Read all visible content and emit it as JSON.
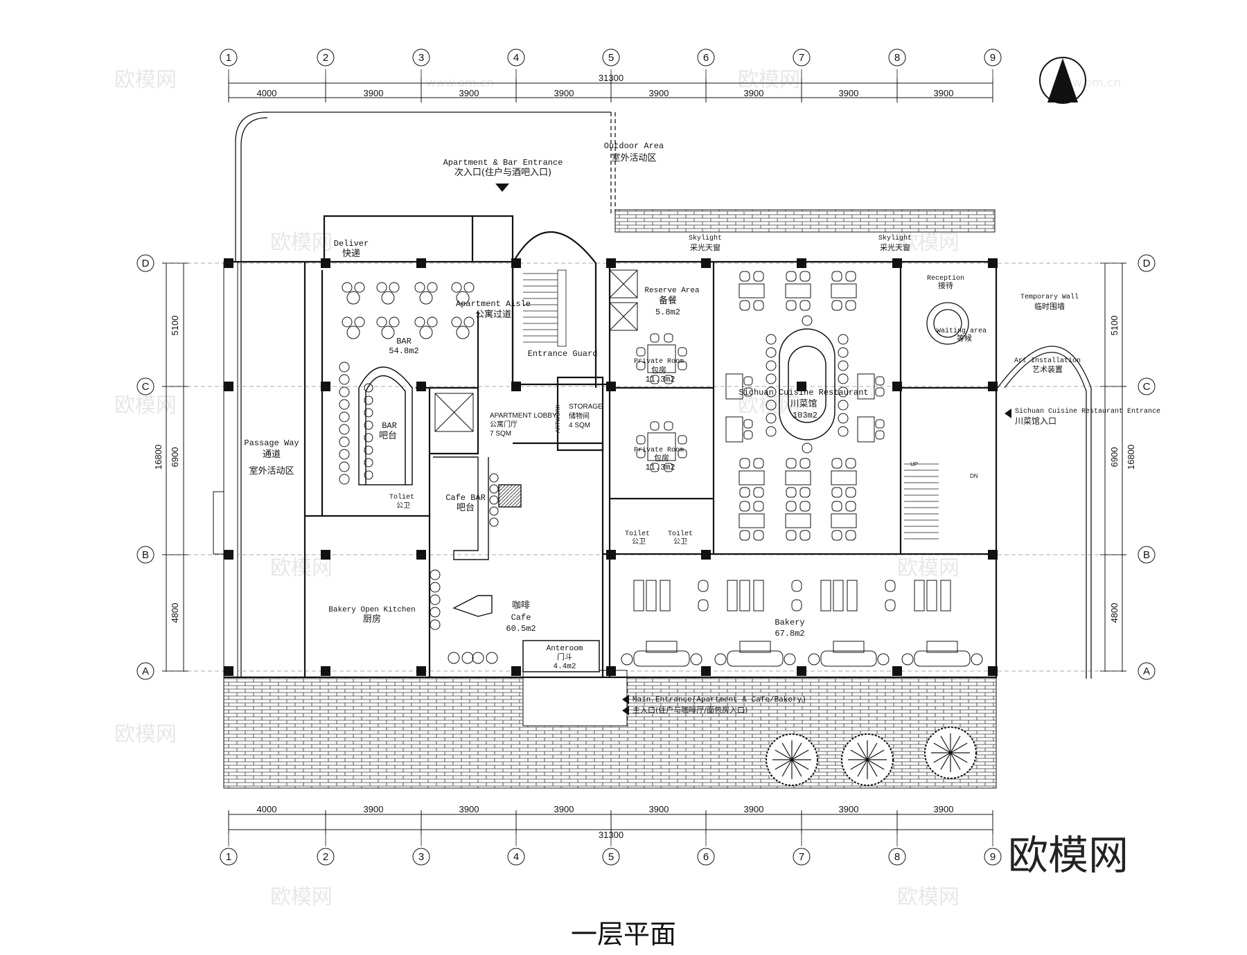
{
  "title": "一层平面",
  "logo_text": "欧模网",
  "grid_columns": [
    "1",
    "2",
    "3",
    "4",
    "5",
    "6",
    "7",
    "8",
    "9"
  ],
  "grid_rows": [
    "D",
    "C",
    "B",
    "A"
  ],
  "dimensions": {
    "top_spans": [
      "4000",
      "3900",
      "3900",
      "3900",
      "3900",
      "3900",
      "3900",
      "3900"
    ],
    "total": "31300",
    "side_spans": [
      "5100",
      "6900",
      "4800"
    ],
    "side_total": "16800"
  },
  "labels": {
    "apartment_bar_entrance_en": "Apartment & Bar Entrance",
    "apartment_bar_entrance_cn": "次入口(住户与酒吧入口)",
    "outdoor_area_en": "Outdoor Area",
    "outdoor_area_cn": "室外活动区",
    "deliver_en": "Deliver",
    "deliver_cn": "快递",
    "skylight1_en": "Skylight",
    "skylight1_cn": "采光天窗",
    "skylight2_en": "Skylight",
    "skylight2_cn": "采光天窗",
    "apartment_aisle_en": "Apartment Aisle",
    "apartment_aisle_cn": "公寓过道",
    "reserve_area_en": "Reserve Area",
    "reserve_area_cn": "备餐",
    "reserve_area_size": "5.8m2",
    "reception_en": "Reception",
    "reception_cn": "接待",
    "waiting_area_en": "Waiting area",
    "waiting_area_cn": "等候",
    "temporary_wall_en": "Temporary Wall",
    "temporary_wall_cn": "临时围墙",
    "art_installation_en": "Art Installation",
    "art_installation_cn": "艺术装置",
    "bar_en": "BAR",
    "bar_size": "54.8m2",
    "entrance_guard": "Entrance Guard",
    "private_room1_en": "Private Room",
    "private_room1_cn": "包房",
    "private_room1_size": "11.3m2",
    "private_room2_en": "Private Room",
    "private_room2_cn": "包房",
    "private_room2_size": "11.3m2",
    "sichuan_restaurant_en": "Sichuan Cuisine Restaurant",
    "sichuan_restaurant_cn": "川菜馆",
    "sichuan_restaurant_size": "103m2",
    "sichuan_entrance_en": "Sichuan Cuisine Restaurant Entrance",
    "sichuan_entrance_cn": "川菜馆入口",
    "storage_en": "STORAGE",
    "storage_cn": "储物间",
    "storage_size": "4 SQM",
    "apartment_lobby_en": "APARTMENT LOBBY",
    "apartment_lobby_cn": "公寓门厅",
    "apartment_lobby_size": "7 SQM",
    "artwork": "ARTWORK",
    "passage_way_en": "Passage Way",
    "passage_way_cn1": "通道",
    "passage_way_cn2": "室外活动区",
    "bar_counter_en": "BAR",
    "bar_counter_cn": "吧台",
    "toilet_small_en": "Toliet",
    "toilet_small_cn": "公卫",
    "cafe_bar_en": "Cafe BAR",
    "cafe_bar_cn": "吧台",
    "toilet1_en": "Toilet",
    "toilet1_cn": "公卫",
    "toilet2_en": "Toilet",
    "toilet2_cn": "公卫",
    "up": "UP",
    "dn": "DN",
    "bakery_kitchen_en": "Bakery Open Kitchen",
    "bakery_kitchen_cn": "厨房",
    "cafe_cn": "咖啡",
    "cafe_en": "Cafe",
    "cafe_size": "60.5m2",
    "bakery_en": "Bakery",
    "bakery_size": "67.8m2",
    "anteroom_en": "Anteroom",
    "anteroom_cn": "门斗",
    "anteroom_size": "4.4m2",
    "main_entrance_en": "Main Entrance(Apartment & Cafe/Bakery)",
    "main_entrance_cn": "主入口(住户与咖啡厅/面包房入口)"
  },
  "watermarks": [
    "欧模网",
    "www.om.cn"
  ],
  "colors": {
    "line": "#111111",
    "paving": "#222222",
    "watermark": "#bdbdbd"
  }
}
